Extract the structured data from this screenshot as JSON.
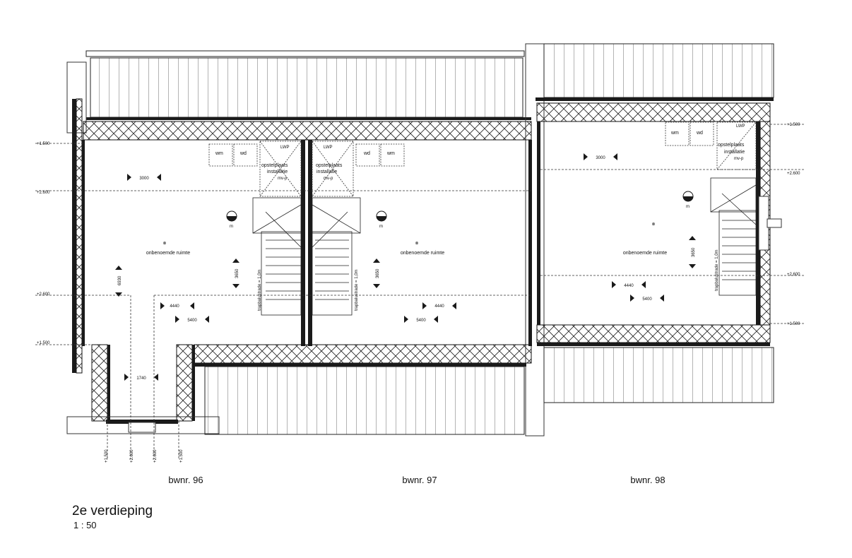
{
  "drawing": {
    "title": "2e verdieping",
    "scale": "1 : 50",
    "units": [
      {
        "label": "bwnr. 96"
      },
      {
        "label": "bwnr. 97"
      },
      {
        "label": "bwnr. 98"
      }
    ],
    "room_label": "onbenoemde ruimte",
    "washing_machine": "wm",
    "dryer": "wd",
    "heat_pump": "LWP",
    "installation_line1": "opstelplaats",
    "installation_line2": "installatie",
    "ventilation": "mv-p",
    "smoke_detector": "m",
    "stair_railing": "trapbalustrade = 1,0m",
    "dimensions": {
      "d3000": "3000",
      "d4440": "4440",
      "d5400": "5400",
      "d3650": "3650",
      "d6930": "6930",
      "d1740": "1740"
    },
    "levels": {
      "l1500": "+1.500",
      "l2600": "+2.600"
    }
  }
}
